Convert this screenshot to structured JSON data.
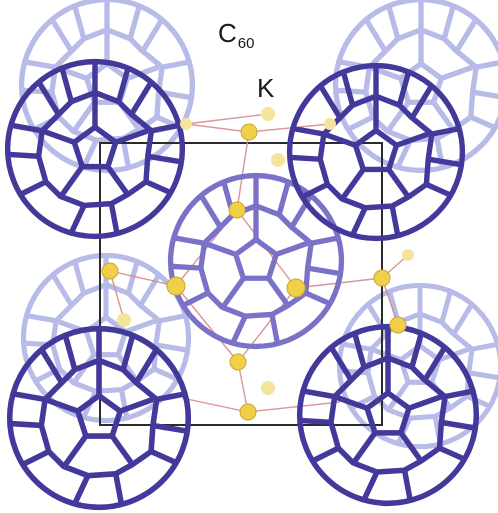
{
  "labels": {
    "molecule_main": "C",
    "molecule_sub": "60",
    "dopant": "K"
  },
  "colors": {
    "cage_dark": "#42399a",
    "cage_light": "#aeb2e4",
    "atom": "#f1cf48",
    "atom_light": "#f6e7a0",
    "bond": "#d7888a",
    "cell": "#2a2a2a"
  },
  "structure": {
    "front_corner_cages": 4,
    "back_cages": 4,
    "face_center_cages": 1,
    "visible_k_atoms": 16
  }
}
